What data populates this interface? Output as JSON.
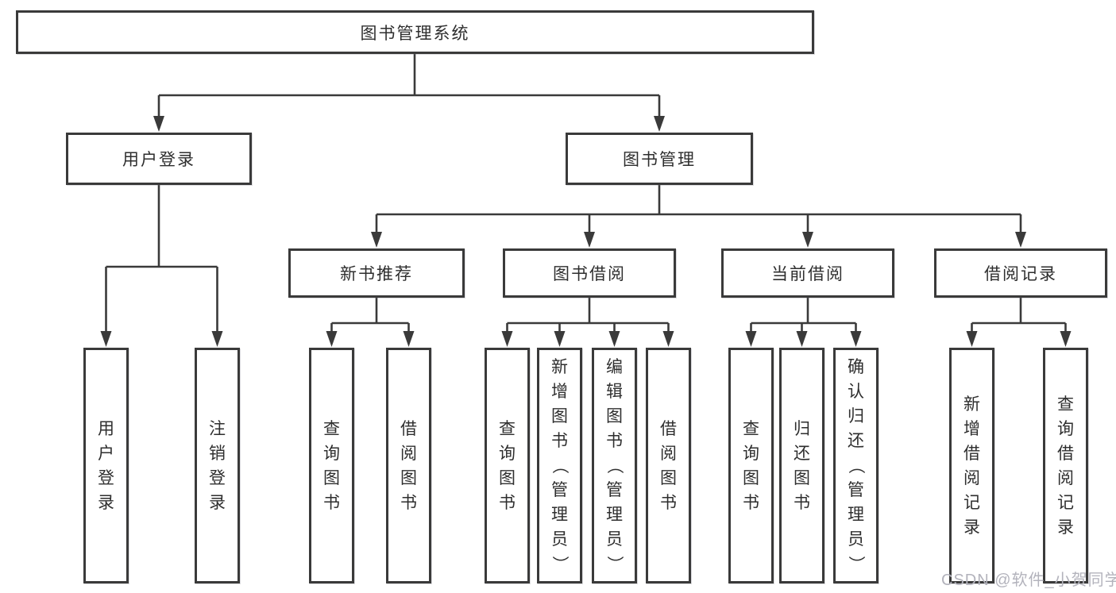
{
  "diagram": {
    "root": {
      "label": "图书管理系统"
    },
    "level2": {
      "user_login": {
        "label": "用户登录"
      },
      "book_mgmt": {
        "label": "图书管理"
      }
    },
    "level3": {
      "new_books": {
        "label": "新书推荐"
      },
      "book_borrow": {
        "label": "图书借阅"
      },
      "current_borrow": {
        "label": "当前借阅"
      },
      "borrow_records": {
        "label": "借阅记录"
      }
    },
    "leaves": {
      "user": [
        "用户登录",
        "注销登录"
      ],
      "new_books": [
        "查询图书",
        "借阅图书"
      ],
      "book_borrow": [
        "查询图书",
        "新增图书（管理员）",
        "编辑图书（管理员）",
        "借阅图书"
      ],
      "current_borrow": [
        "查询图书",
        "归还图书",
        "确认归还（管理员）"
      ],
      "borrow_records": [
        "新增借阅记录",
        "查询借阅记录"
      ]
    }
  },
  "watermark": {
    "text": "CSDN @软件_小贺同学"
  },
  "colors": {
    "line": "#3a3a3a",
    "text": "#2e2e2e",
    "watermark": "#b3b3bc",
    "background": "#ffffff"
  }
}
